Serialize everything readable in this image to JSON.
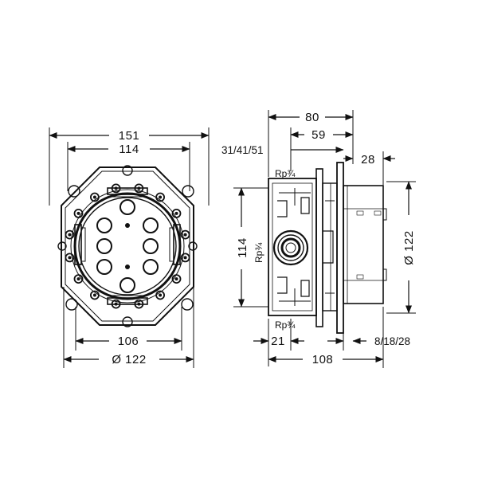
{
  "front_view": {
    "dim_overall_width": "151",
    "dim_inner_width": "114",
    "dim_hole_spacing": "106",
    "dim_diameter": "Ø 122"
  },
  "side_view": {
    "dim_width_80": "80",
    "dim_width_59": "59",
    "dim_depth_variants": "31/41/51",
    "dim_cover_28": "28",
    "dim_height_114": "114",
    "dim_diameter": "Ø 122",
    "dim_bottom_21": "21",
    "dim_total_108": "108",
    "dim_variants_bottom": "8/18/28",
    "thread_top": "Rp¾",
    "thread_side": "Rp¾",
    "thread_bottom": "Rp¾"
  },
  "colors": {
    "line": "#111111",
    "background": "#ffffff"
  }
}
